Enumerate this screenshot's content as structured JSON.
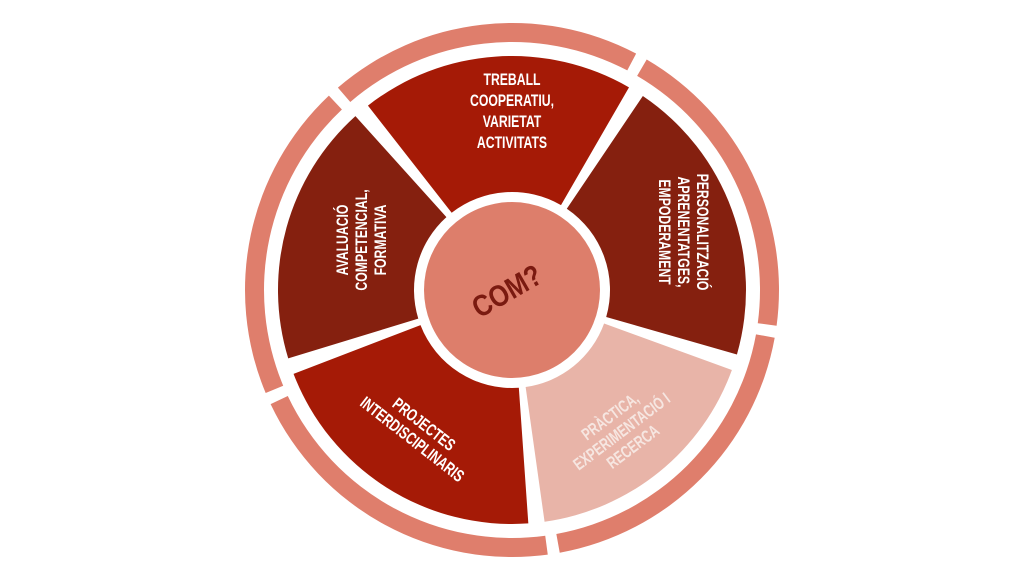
{
  "center": {
    "label": "COM?"
  },
  "segments": [
    {
      "lines": [
        "TREBALL",
        "COOPERATIU,",
        "VARIETAT",
        "ACTIVITATS"
      ],
      "color": "#a51a06"
    },
    {
      "lines": [
        "PERSONALITZACIÓ",
        "APRENENTATGES,",
        "EMPODERAMENT"
      ],
      "color": "#85200f"
    },
    {
      "lines": [
        "PRÀCTICA,",
        "EXPERIMENTACIÓ I",
        "RECERCA"
      ],
      "color": "#e8b4a8"
    },
    {
      "lines": [
        "PROJECTES",
        "INTERDISCIPLINARIS"
      ],
      "color": "#a51a06"
    },
    {
      "lines": [
        "AVALUACIÓ",
        "COMPETENCIAL,",
        "FORMATIVA"
      ],
      "color": "#85200f"
    }
  ],
  "colors": {
    "outer_ring": "#df7e6c",
    "center": "#dd7e6b",
    "center_text": "#7a1a10"
  }
}
